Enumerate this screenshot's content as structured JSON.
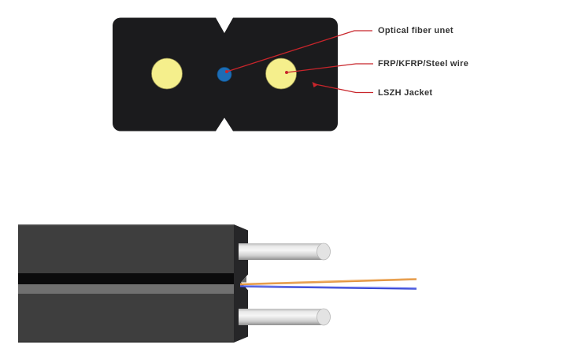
{
  "diagram": {
    "subject": "ftth-flat-drop-cable",
    "views": [
      "cross-section",
      "3d-stripped-end"
    ],
    "annotations": [
      {
        "label": "Optical fiber unet",
        "target": "optical-fiber-unit"
      },
      {
        "label": "FRP/KFRP/Steel wire",
        "target": "strength-member"
      },
      {
        "label": "LSZH Jacket",
        "target": "jacket"
      }
    ],
    "colors": {
      "jacket_cross_section": "#1b1b1d",
      "strength_member_cross_section": "#f5ef8c",
      "optical_fiber_unit": "#1d6db5",
      "leader_line": "#c8252b",
      "label_text": "#333333",
      "cable_body_3d": "#3e3e3e",
      "cable_end_face_3d": "#262628",
      "split_gap": "#0b0b0c",
      "inner_band": "#707070",
      "strength_member_3d": "#e8e8e8",
      "fiber_orange": "#e0923c",
      "fiber_blue": "#3040d0"
    }
  }
}
